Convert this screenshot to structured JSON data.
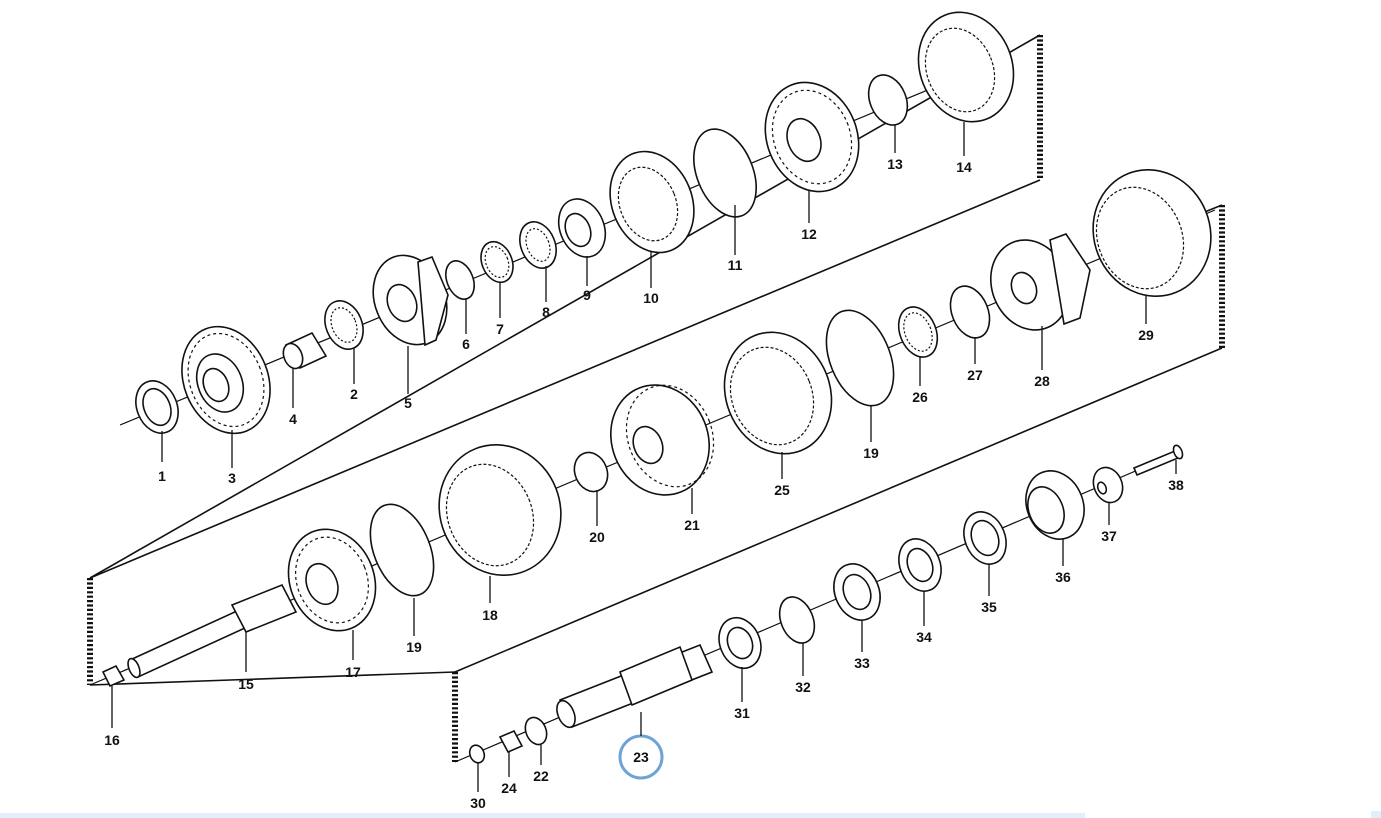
{
  "diagram": {
    "part_labels": [
      "1",
      "2",
      "3",
      "4",
      "5",
      "6",
      "7",
      "8",
      "9",
      "10",
      "11",
      "12",
      "13",
      "14",
      "15",
      "16",
      "17",
      "18",
      "19",
      "19",
      "20",
      "21",
      "22",
      "23",
      "24",
      "25",
      "26",
      "27",
      "28",
      "29",
      "30",
      "31",
      "32",
      "33",
      "34",
      "35",
      "36",
      "37",
      "38"
    ],
    "highlighted_part": "23",
    "colors": {
      "line": "#111111",
      "highlight": "#6fa3d6",
      "background": "#ffffff",
      "footer_bar": "#e3eefb"
    }
  }
}
